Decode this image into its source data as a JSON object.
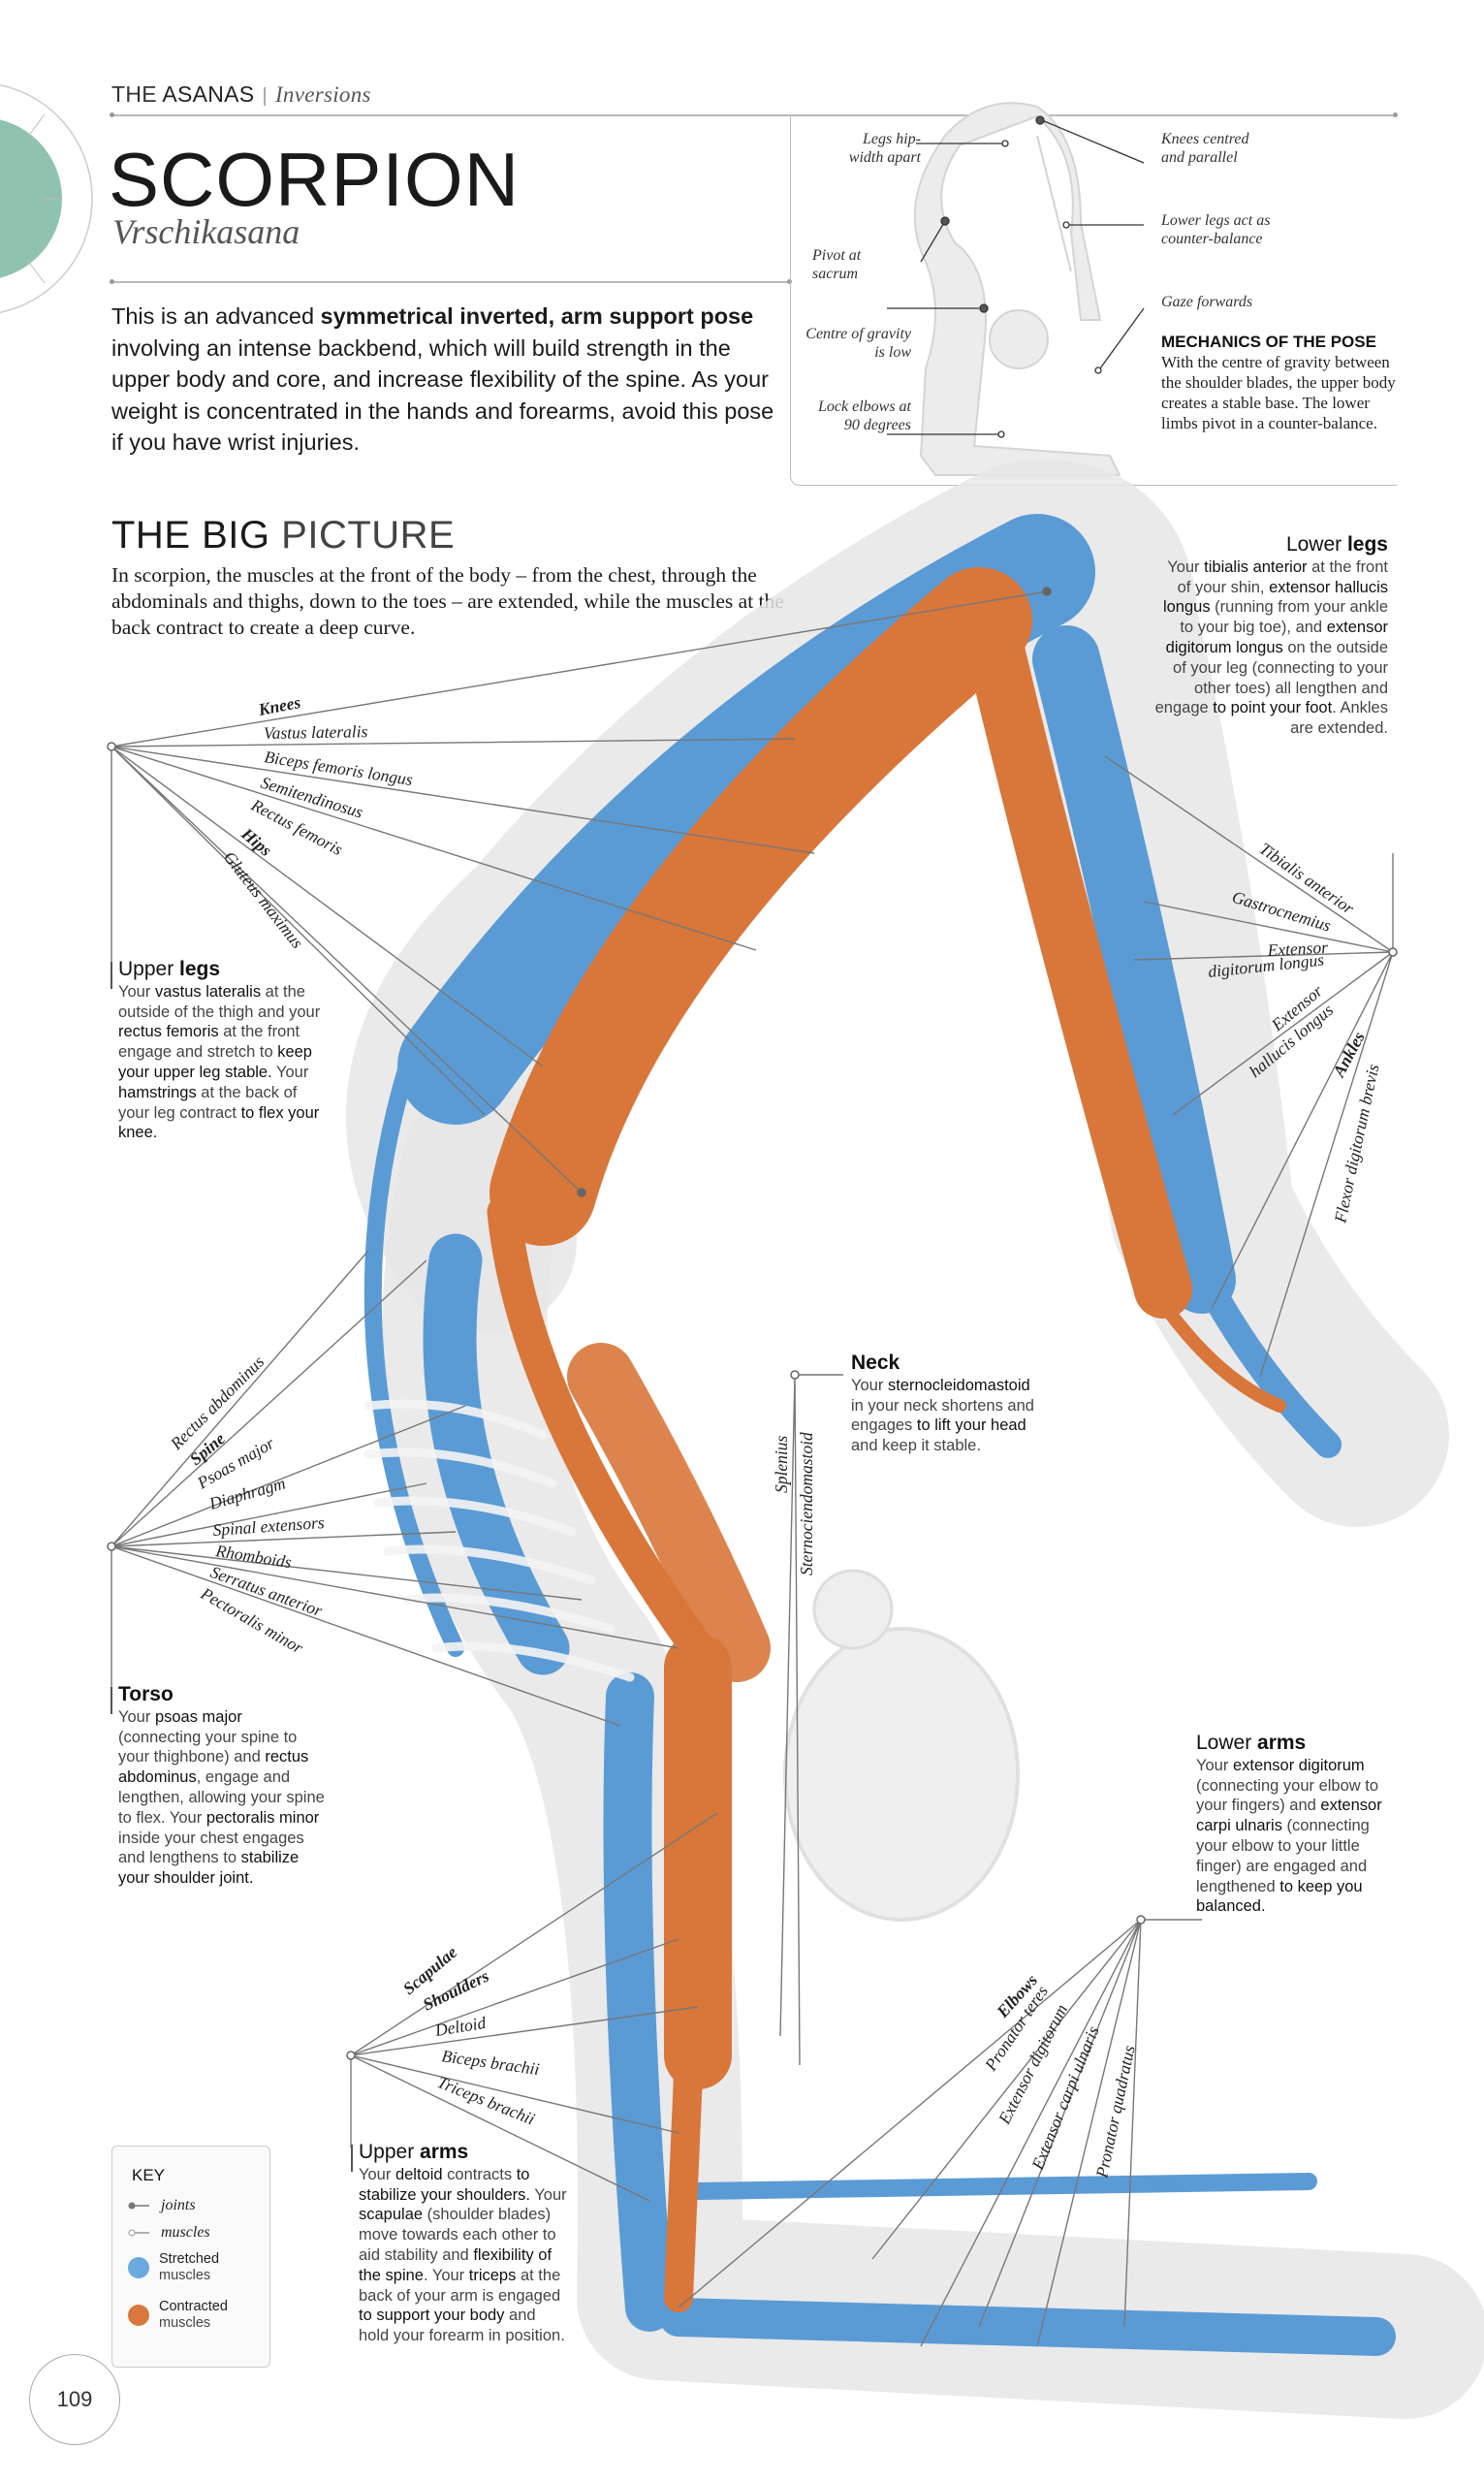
{
  "header": {
    "section_light": "THE",
    "section": "ASANAS",
    "separator": "|",
    "category": "Inversions"
  },
  "title": "SCORPION",
  "sanskrit": "Vrschikasana",
  "intro": [
    {
      "t": "This is an advanced "
    },
    {
      "t": "symmetrical inverted, arm support pose",
      "b": true
    },
    {
      "t": " involving an intense backbend, which will build strength in the upper body and core, and increase flexibility of the spine. As your weight is concentrated in the hands and forearms, avoid this pose if you have wrist injuries."
    }
  ],
  "inset": {
    "labels": {
      "legs": "Legs hip-width apart",
      "pivot": "Pivot at sacrum",
      "cog": "Centre of gravity is low",
      "elbows": "Lock elbows at 90 degrees",
      "knees": "Knees centred and parallel",
      "lower_legs": "Lower legs act as counter-balance",
      "gaze": "Gaze forwards"
    },
    "mechanics_title": "MECHANICS OF THE POSE",
    "mechanics_text": "With the centre of gravity between the shoulder blades, the upper body creates a stable base. The lower limbs pivot in a counter-balance."
  },
  "big_picture": {
    "title_bold": "THE BIG",
    "title_light": "PICTURE",
    "text": "In scorpion, the muscles at the front of the body – from the chest, through the abdominals and thighs, down to the toes – are extended, while the muscles at the back contract to create a deep curve."
  },
  "notes": {
    "lower_legs": {
      "h1": "Lower ",
      "h2": "legs",
      "body": [
        {
          "t": "Your "
        },
        {
          "t": "tibialis anterior",
          "b": true
        },
        {
          "t": " at the front of your shin, "
        },
        {
          "t": "extensor hallucis longus",
          "b": true
        },
        {
          "t": " (running from your ankle to your big toe), and "
        },
        {
          "t": "extensor digitorum longus",
          "b": true
        },
        {
          "t": " on the outside of your leg (connecting to your other toes) all lengthen and engage "
        },
        {
          "t": "to point your foot",
          "b": true
        },
        {
          "t": ". Ankles are extended."
        }
      ]
    },
    "upper_legs": {
      "h1": "Upper ",
      "h2": "legs",
      "body": [
        {
          "t": "Your "
        },
        {
          "t": "vastus lateralis",
          "b": true
        },
        {
          "t": " at the outside of the thigh and your "
        },
        {
          "t": "rectus femoris",
          "b": true
        },
        {
          "t": " at the front engage and stretch to "
        },
        {
          "t": "keep your upper leg stable.",
          "b": true
        },
        {
          "t": " Your "
        },
        {
          "t": "hamstrings",
          "b": true
        },
        {
          "t": " at the back of your leg contract "
        },
        {
          "t": "to flex your knee.",
          "b": true
        }
      ]
    },
    "neck": {
      "h1": "",
      "h2": "Neck",
      "body": [
        {
          "t": "Your "
        },
        {
          "t": "sternocleidomastoid",
          "b": true
        },
        {
          "t": " in your neck shortens and engages "
        },
        {
          "t": "to lift your head",
          "b": true
        },
        {
          "t": " and keep it stable."
        }
      ]
    },
    "torso": {
      "h1": "",
      "h2": "Torso",
      "body": [
        {
          "t": "Your "
        },
        {
          "t": "psoas major",
          "b": true
        },
        {
          "t": " (connecting your spine to your thighbone) and "
        },
        {
          "t": "rectus abdominus",
          "b": true
        },
        {
          "t": ", engage and lengthen, allowing your spine to flex. Your "
        },
        {
          "t": "pectoralis minor",
          "b": true
        },
        {
          "t": " inside your chest engages and lengthens to "
        },
        {
          "t": "stabilize your shoulder joint.",
          "b": true
        }
      ]
    },
    "lower_arms": {
      "h1": "Lower ",
      "h2": "arms",
      "body": [
        {
          "t": "Your "
        },
        {
          "t": "extensor digitorum",
          "b": true
        },
        {
          "t": " (connecting your elbow to your fingers) and "
        },
        {
          "t": "extensor carpi ulnaris",
          "b": true
        },
        {
          "t": " (connecting your elbow to your little finger) are engaged and lengthened "
        },
        {
          "t": "to keep you balanced.",
          "b": true
        }
      ]
    },
    "upper_arms": {
      "h1": "Upper ",
      "h2": "arms",
      "body": [
        {
          "t": "Your "
        },
        {
          "t": "deltoid",
          "b": true
        },
        {
          "t": " contracts "
        },
        {
          "t": "to stabilize your shoulders.",
          "b": true
        },
        {
          "t": " Your "
        },
        {
          "t": "scapulae",
          "b": true
        },
        {
          "t": " (shoulder blades) move towards each other to aid stability and "
        },
        {
          "t": "flexibility of the spine",
          "b": true
        },
        {
          "t": ". Your "
        },
        {
          "t": "triceps",
          "b": true
        },
        {
          "t": " at the back of your arm is engaged "
        },
        {
          "t": "to support your body",
          "b": true
        },
        {
          "t": " and hold your forearm in position."
        }
      ]
    }
  },
  "labels": {
    "knees": "Knees",
    "vastus_lateralis": "Vastus lateralis",
    "biceps_femoris": "Biceps femoris longus",
    "semitendinosus": "Semitendinosus",
    "rectus_femoris": "Rectus femoris",
    "hips": "Hips",
    "gluteus": "Gluteus maximus",
    "tibialis": "Tibialis anterior",
    "gastrocnemius": "Gastrocnemius",
    "ext_dig_longus_1": "Extensor",
    "ext_dig_longus_2": "digitorum longus",
    "ext_hallucis_1": "Extensor",
    "ext_hallucis_2": "hallucis longus",
    "ankles": "Ankles",
    "flexor_dig_brevis": "Flexor digitorum brevis",
    "rectus_abdominus": "Rectus abdominus",
    "spine": "Spine",
    "psoas": "Psoas major",
    "diaphragm": "Diaphragm",
    "spinal_extensors": "Spinal extensors",
    "rhomboids": "Rhomboids",
    "serratus": "Serratus anterior",
    "pectoralis_minor": "Pectoralis minor",
    "splenius": "Splenius",
    "sternocleidomastoid": "Sternociendomastoid",
    "scapulae": "Scapulae",
    "shoulders": "Shoulders",
    "deltoid": "Deltoid",
    "biceps_brachii": "Biceps brachii",
    "triceps_brachii": "Triceps brachii",
    "elbows": "Elbows",
    "pronator_teres": "Pronator teres",
    "extensor_digitorum": "Extensor digitorum",
    "extensor_carpi": "Extensor carpi ulnaris",
    "pronator_quadratus": "Pronator quadratus"
  },
  "key": {
    "title": "KEY",
    "joints": "joints",
    "muscles": "muscles",
    "stretched_1": "Stretched",
    "stretched_2": "muscles",
    "contracted_1": "Contracted",
    "contracted_2": "muscles"
  },
  "colors": {
    "stretched": "#5b9bd5",
    "contracted": "#d9763a",
    "accent": "#8fc3b0"
  },
  "page_number": "109"
}
